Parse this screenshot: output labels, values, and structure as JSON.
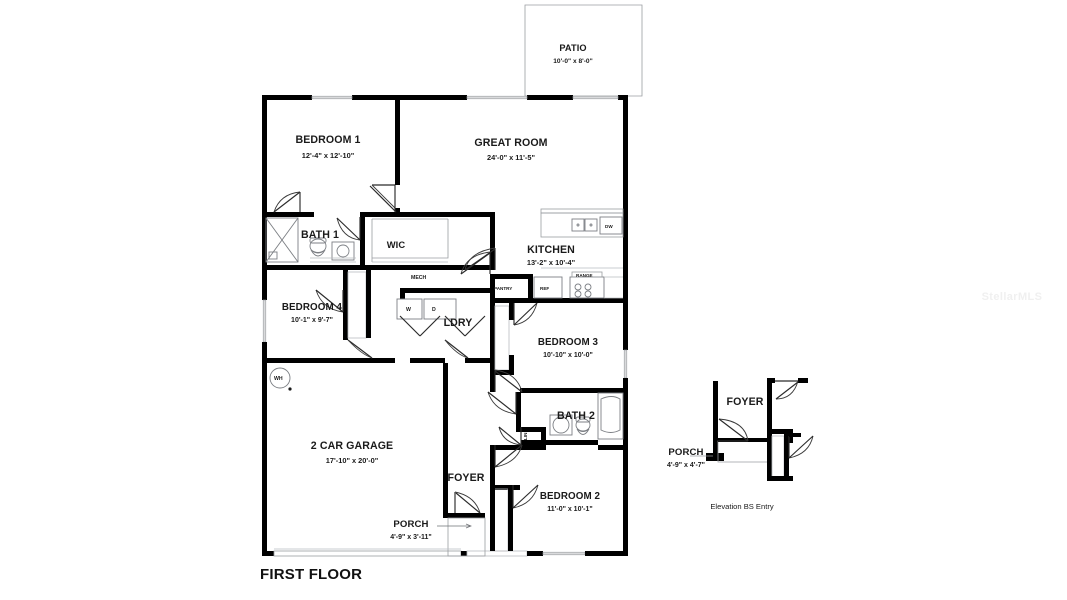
{
  "document": {
    "title": "FIRST FLOOR",
    "watermark": "StellarMLS"
  },
  "plan": {
    "sheet_label": "FIRST FLOOR",
    "rooms": [
      {
        "id": "patio",
        "name": "PATIO",
        "dims": "10'-0\" x 8'-0\""
      },
      {
        "id": "bedroom1",
        "name": "BEDROOM 1",
        "dims": "12'-4\" x 12'-10\""
      },
      {
        "id": "greatroom",
        "name": "GREAT ROOM",
        "dims": "24'-0\" x 11'-5\""
      },
      {
        "id": "bath1",
        "name": "BATH 1",
        "dims": ""
      },
      {
        "id": "wic",
        "name": "WIC",
        "dims": ""
      },
      {
        "id": "kitchen",
        "name": "KITCHEN",
        "dims": "13'-2\" x 10'-4\""
      },
      {
        "id": "mech",
        "name": "MECH",
        "dims": ""
      },
      {
        "id": "bedroom4",
        "name": "BEDROOM 4",
        "dims": "10'-1\" x 9'-7\""
      },
      {
        "id": "ldry",
        "name": "LDRY",
        "dims": ""
      },
      {
        "id": "bedroom3",
        "name": "BEDROOM 3",
        "dims": "10'-10\" x 10'-0\""
      },
      {
        "id": "bath2",
        "name": "BATH 2",
        "dims": ""
      },
      {
        "id": "garage",
        "name": "2 CAR GARAGE",
        "dims": "17'-10\" x 20'-0\""
      },
      {
        "id": "foyer",
        "name": "FOYER",
        "dims": ""
      },
      {
        "id": "porch",
        "name": "PORCH",
        "dims": "4'-9\" x 3'-11\""
      },
      {
        "id": "bedroom2",
        "name": "BEDROOM 2",
        "dims": "11'-0\" x 10'-1\""
      }
    ],
    "fixtures": [
      {
        "id": "pantry",
        "label": "PANTRY"
      },
      {
        "id": "ref",
        "label": "REF"
      },
      {
        "id": "range",
        "label": "RANGE"
      },
      {
        "id": "dw",
        "label": "DW"
      },
      {
        "id": "washer",
        "label": "W"
      },
      {
        "id": "dryer",
        "label": "D"
      },
      {
        "id": "lin",
        "label": "LIN"
      },
      {
        "id": "wh",
        "label": "WH"
      }
    ]
  },
  "elevation": {
    "caption": "Elevation BS Entry",
    "rooms": [
      {
        "id": "elev_foyer",
        "name": "FOYER",
        "dims": ""
      },
      {
        "id": "elev_porch",
        "name": "PORCH",
        "dims": "4'-9\" x 4'-7\""
      }
    ]
  },
  "colors": {
    "wall": "#000000",
    "paper": "#ffffff",
    "fixture_line": "#7c7f84",
    "text": "#1a1a1a"
  }
}
